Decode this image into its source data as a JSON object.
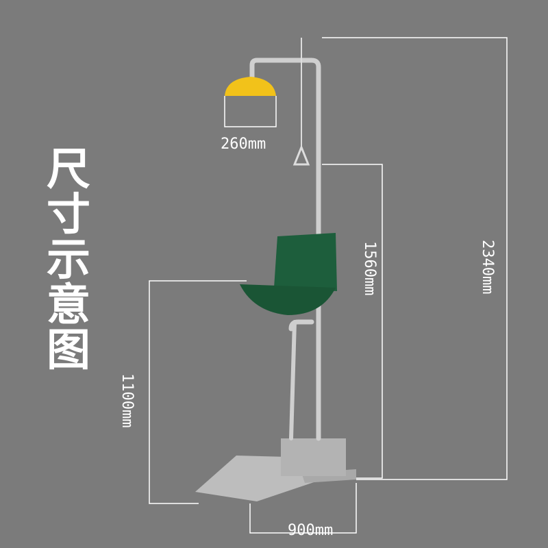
{
  "title_chars": [
    "尺",
    "寸",
    "示",
    "意",
    "图"
  ],
  "dimensions": {
    "shower_head_diameter": "260mm",
    "eyewash_to_pull_height": "1560mm",
    "total_height": "2340mm",
    "bowl_height": "1100mm",
    "base_length": "900mm"
  },
  "colors": {
    "background": "#7b7b7b",
    "shower_head": "#f2c21a",
    "bowl": "#1d5e3c",
    "steel": "#c9c9c9",
    "lines": "#ffffff"
  }
}
